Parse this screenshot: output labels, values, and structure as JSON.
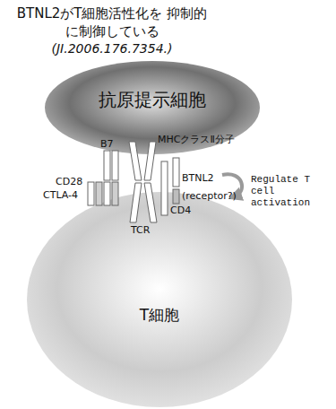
{
  "diagram": {
    "title": "BTNL2がT細胞活性化を 抑制的に制御している",
    "nodes": [
      {
        "text": [
          "抗原提示細胞"
        ]
      },
      {
        "text": [
          "T細胞"
        ]
      }
    ],
    "labels": [
      "(JI.2006.176.7354.)",
      "MHCクラスⅡ分子",
      "B7",
      "CD28",
      "CTLA-4",
      "BTNL2",
      "Regulate T cell activation",
      "(receptor?)",
      "TCR",
      "CD4"
    ]
  }
}
